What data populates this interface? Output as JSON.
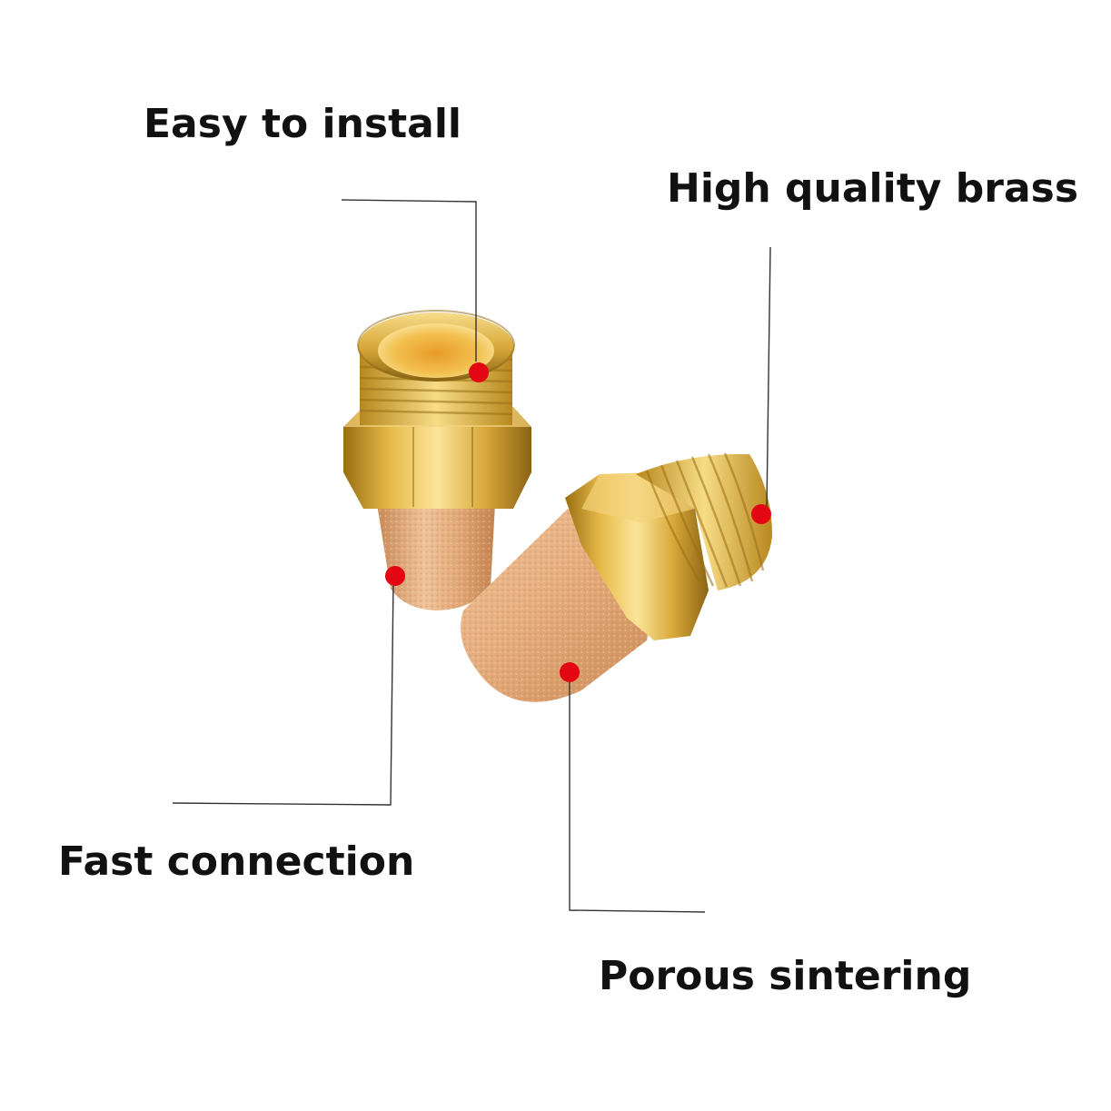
{
  "callouts": [
    {
      "id": "easy-to-install",
      "label": "Easy to install"
    },
    {
      "id": "high-quality-brass",
      "label": "High quality brass"
    },
    {
      "id": "fast-connection",
      "label": "Fast connection"
    },
    {
      "id": "porous-sintering",
      "label": "Porous sintering"
    }
  ],
  "colors": {
    "text": "#111111",
    "marker": "#e30613",
    "leader_line": "#333333",
    "brass": "#d9a93a",
    "brass_light": "#f6dc8a",
    "brass_dark": "#8a6414",
    "sintered_bronze": "#e2a776",
    "sintered_bronze_dark": "#c98a57",
    "background": "#ffffff"
  }
}
